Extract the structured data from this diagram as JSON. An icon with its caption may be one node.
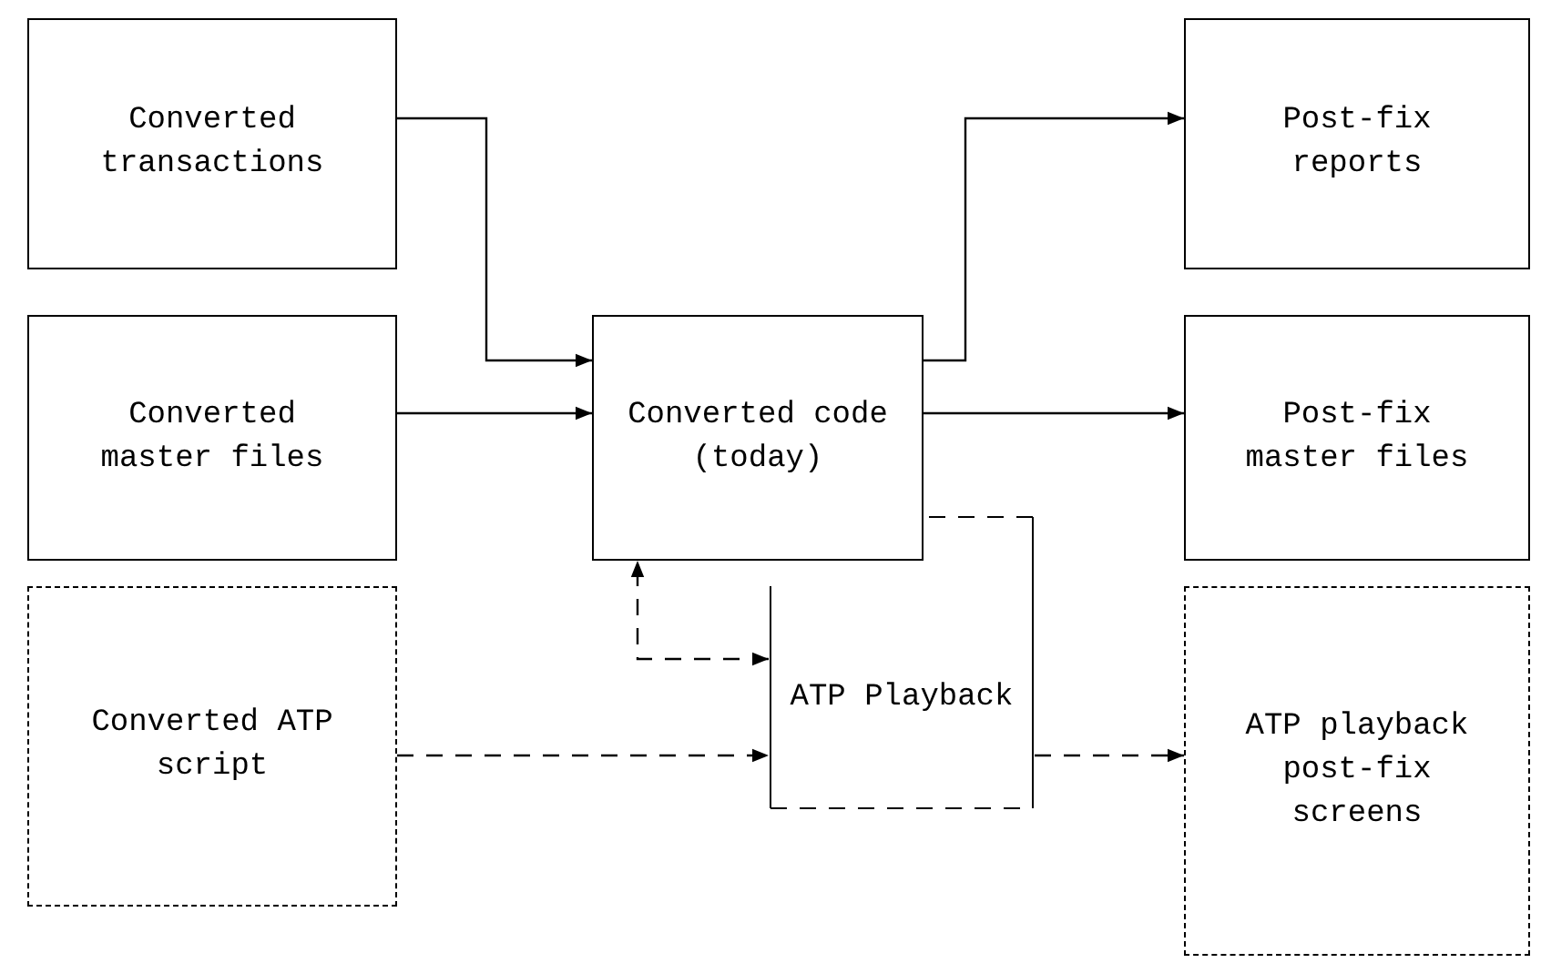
{
  "diagram": {
    "nodes": [
      {
        "text": [
          "Converted transactions"
        ]
      },
      {
        "text": [
          "Converted master files"
        ]
      },
      {
        "text": [
          "Converted code (today)"
        ]
      },
      {
        "text": [
          "Post-fix reports"
        ]
      },
      {
        "text": [
          "Post-fix master files"
        ]
      },
      {
        "text": [
          "ATP Playback"
        ]
      },
      {
        "text": [
          "Converted ATP script"
        ]
      },
      {
        "text": [
          "ATP playback post-fix screens"
        ]
      }
    ],
    "edges": [
      {
        "from": 0,
        "to": 2,
        "arrow": "to"
      },
      {
        "from": 1,
        "to": 2,
        "arrow": "to"
      },
      {
        "from": 2,
        "to": 3,
        "arrow": "to"
      },
      {
        "from": 2,
        "to": 4,
        "arrow": "to"
      },
      {
        "from": 5,
        "to": 2,
        "arrow": "both",
        "style": "dashed"
      },
      {
        "from": 6,
        "to": 5,
        "arrow": "to",
        "style": "dashed"
      },
      {
        "from": 5,
        "to": 7,
        "arrow": "to",
        "style": "dashed"
      }
    ]
  }
}
